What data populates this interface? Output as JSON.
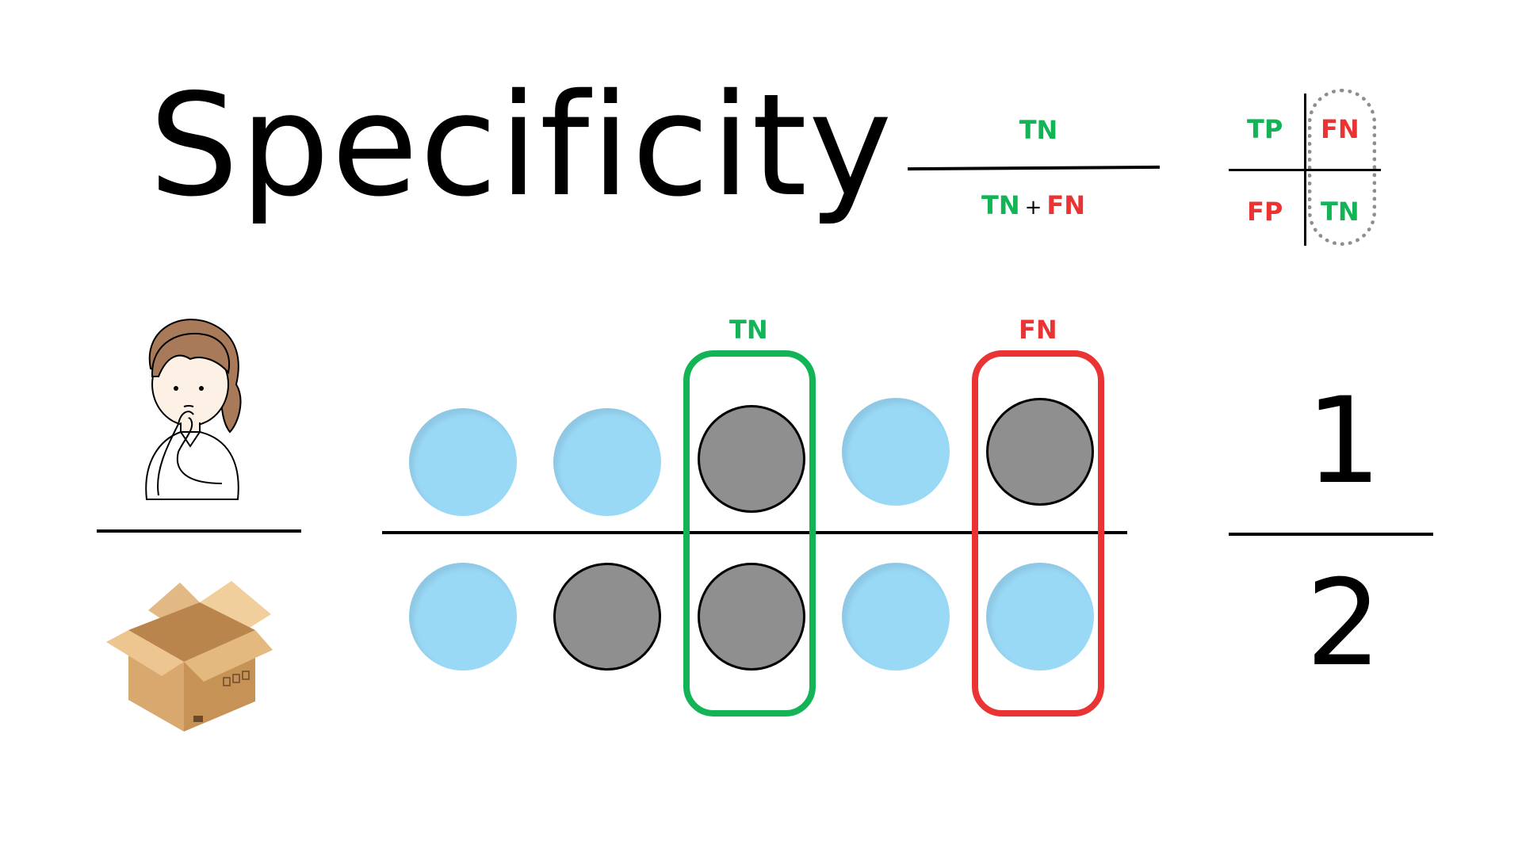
{
  "title": "Specificity",
  "formula": {
    "numerator": "TN",
    "denominator_left": "TN",
    "plus": "+",
    "denominator_right": "FN"
  },
  "confusion_matrix": {
    "top_left": "TP",
    "top_right": "FN",
    "bottom_left": "FP",
    "bottom_right": "TN"
  },
  "labels": {
    "tn": "TN",
    "fn": "FN"
  },
  "result": {
    "numerator": "1",
    "denominator": "2"
  },
  "colors": {
    "green": "#12b456",
    "red": "#ea3434",
    "blue": "#9ad9f6",
    "gray": "#8f8f8f"
  },
  "rows": {
    "top": [
      "blue",
      "blue",
      "gray",
      "blue",
      "gray"
    ],
    "bottom": [
      "blue",
      "gray",
      "gray",
      "blue",
      "blue"
    ]
  },
  "icons": {
    "person": "thinking-woman-icon",
    "box": "cardboard-box-icon"
  }
}
